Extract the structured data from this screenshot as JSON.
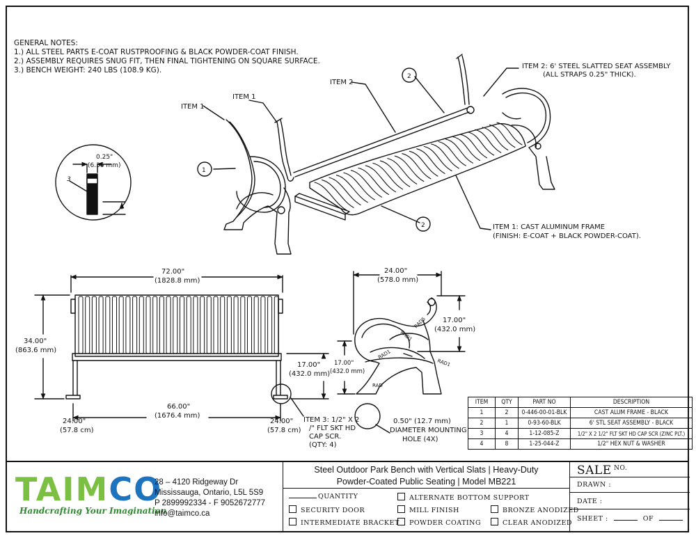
{
  "notes": {
    "heading": "GENERAL NOTES:",
    "items": [
      "1.) ALL STEEL PARTS E-COAT RUSTPROOFING & BLACK POWDER-COAT FINISH.",
      "2.) ASSEMBLY REQUIRES SNUG FIT, THEN FINAL TIGHTENING ON SQUARE SURFACE.",
      "3.) BENCH WEIGHT: 240 LBS (108.9 KG)."
    ]
  },
  "callouts": {
    "item1_a": "ITEM 1",
    "item1_b": "ITEM 1",
    "item2": "ITEM 2",
    "item2_desc_1": "ITEM 2: 6' STEEL SLATTED SEAT ASSEMBLY",
    "item2_desc_2": "(ALL STRAPS 0.25\" THICK).",
    "item1_desc_1": "ITEM 1: CAST ALUMINUM FRAME",
    "item1_desc_2": "(FINISH: E-COAT + BLACK POWDER-COAT).",
    "bubble_1": "1",
    "bubble_2a": "2",
    "bubble_2b": "2",
    "detail_num": "3",
    "detail_dim_1": "0.25\"",
    "detail_dim_2": "(6.35 mm)"
  },
  "front_view": {
    "width_in": "72.00\"",
    "width_mm": "(1828.8 mm)",
    "height_in": "34.00\"",
    "height_mm": "(863.6 mm)",
    "seat_h_in": "17.00\"",
    "seat_h_mm": "(432.0 mm)",
    "leg_span_in": "66.00\"",
    "leg_span_mm": "(1676.4 mm)",
    "left_depth_in": "24.00\"",
    "left_depth_cm": "(57.8 cm)",
    "right_depth_in": "24.00\"",
    "right_depth_cm": "(57.8 cm)",
    "item3_1": "ITEM 3: 1/2\" X 2",
    "item3_2": "/\" FLT SKT HD",
    "item3_3": "CAP SCR.",
    "item3_4": "(QTY: 4)"
  },
  "side_view": {
    "depth_in": "24.00\"",
    "depth_mm": "(578.0 mm)",
    "back_h_in": "17.00\"",
    "back_h_mm": "(432.0 mm)",
    "seat_h_in": "17.00\"",
    "seat_h_mm": "(432.0 mm)",
    "rad_1": "RAD",
    "rad_2": "RAD1",
    "rad_3": "RAD1",
    "rad_4": "RAD1",
    "rad_5": "RAD5",
    "hole_1": "0.50\" (12.7 mm)",
    "hole_2": "DIAMETER MOUNTING",
    "hole_3": "HOLE (4X)"
  },
  "parts_table": {
    "headers": [
      "ITEM",
      "QTY",
      "PART NO",
      "DESCRIPTION"
    ],
    "rows": [
      [
        "1",
        "2",
        "0-446-00-01-BLK",
        "CAST ALUM FRAME - BLACK"
      ],
      [
        "2",
        "1",
        "0-93-60-BLK",
        "6' STL SEAT ASSEMBLY - BLACK"
      ],
      [
        "3",
        "4",
        "1-12-085-Z",
        "1/2\" X 2 1/2\" FLT SKT HD CAP SCR (ZINC PLT.)"
      ],
      [
        "4",
        "8",
        "1-25-044-Z",
        "1/2\" HEX NUT & WASHER"
      ]
    ]
  },
  "title_block": {
    "logo_part1": "TAIM",
    "logo_part2": "CO",
    "tagline": "Handcrafting Your Imagination",
    "address": [
      "28 – 4120 Ridgeway Dr",
      "Mississauga, Ontario, L5L 5S9",
      "P 2899992334 - F 9052672777",
      "info@taimco.ca"
    ],
    "title_1": "Steel Outdoor Park Bench with Vertical Slats | Heavy-Duty",
    "title_2": "Powder-Coated Public Seating | Model MB221",
    "options": {
      "quantity": "QUANTITY",
      "security_door": "SECURITY DOOR",
      "intermediate_bracket": "INTERMEDIATE BRACKET",
      "alternate_bottom_support": "ALTERNATE BOTTOM SUPPORT",
      "mill_finish": "MILL FINISH",
      "powder_coating": "POWDER COATING",
      "bronze_anodized": "BRONZE ANODIZED",
      "clear_anodized": "CLEAR ANODIZED"
    },
    "sale": "SALE",
    "sale_no": "NO.",
    "drawn": "DRAWN :",
    "date": "DATE :",
    "sheet": "SHEET :",
    "of": "OF"
  }
}
